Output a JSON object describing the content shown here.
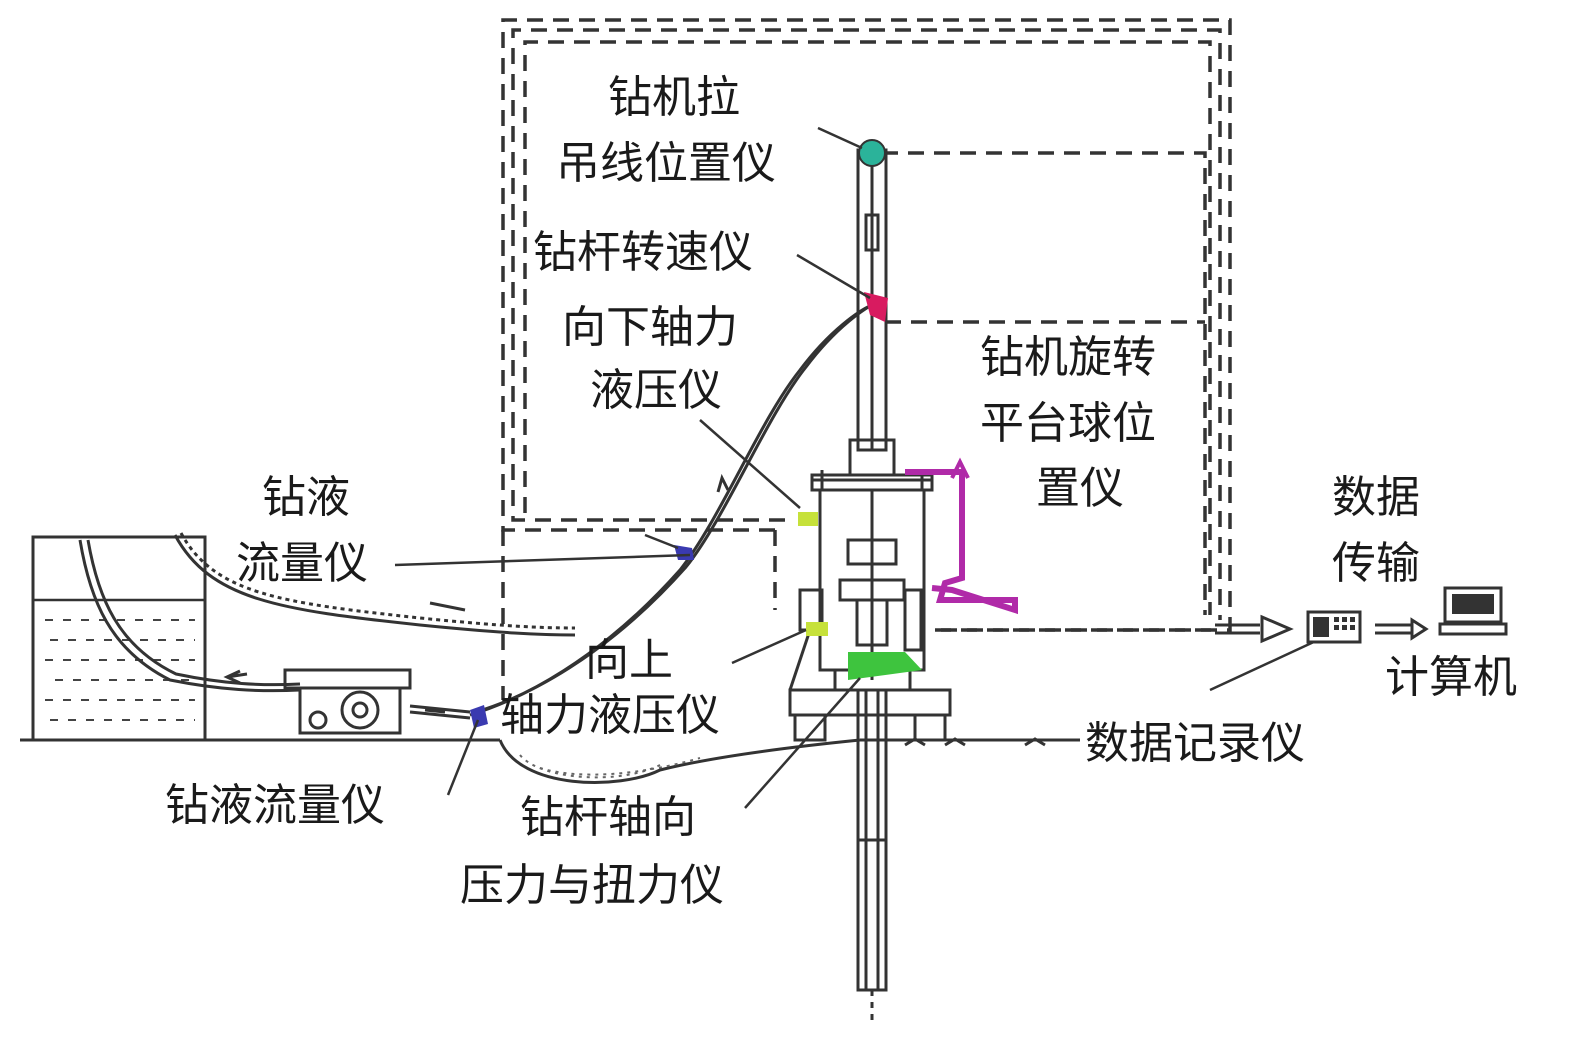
{
  "labels": {
    "hoist_position_line1": "钻机拉",
    "hoist_position_line2": "吊线位置仪",
    "rod_speed": "钻杆转速仪",
    "down_force_line1": "向下轴力",
    "down_force_line2": "液压仪",
    "rotary_platform_line1": "钻机旋转",
    "rotary_platform_line2": "平台球位",
    "rotary_platform_line3": "置仪",
    "fluid_flow_upper_line1": "钻液",
    "fluid_flow_upper_line2": "流量仪",
    "up_force_line1": "向上",
    "up_force_line2": "轴力液压仪",
    "fluid_flow_lower": "钻液流量仪",
    "rod_axial_line1": "钻杆轴向",
    "rod_axial_line2": "压力与扭力仪",
    "data_transfer_line1": "数据",
    "data_transfer_line2": "传输",
    "computer": "计算机",
    "data_logger": "数据记录仪"
  },
  "colors": {
    "hoist_sensor": "#2bb39a",
    "rod_speed_sensor": "#d81b60",
    "rotary_sensor": "#b02aa8",
    "down_force_sensor": "#c6e13a",
    "up_force_sensor": "#c6e13a",
    "axial_sensor": "#3ec43e",
    "flow_sensor": "#3a3ab0",
    "line": "#333333"
  }
}
